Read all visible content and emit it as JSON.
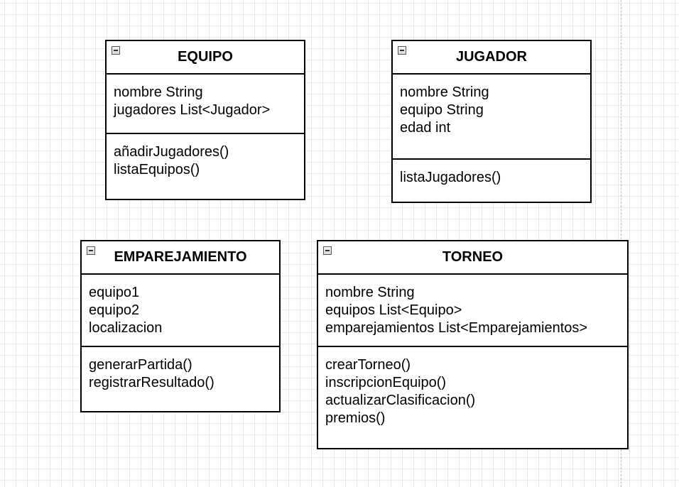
{
  "diagram": {
    "classes": [
      {
        "key": "equipo",
        "name": "EQUIPO",
        "attributes": [
          "nombre String",
          "jugadores List<Jugador>"
        ],
        "methods": [
          "añadirJugadores()",
          "listaEquipos()"
        ]
      },
      {
        "key": "jugador",
        "name": "JUGADOR",
        "attributes": [
          "nombre String",
          "equipo String",
          "edad int"
        ],
        "methods": [
          "listaJugadores()"
        ]
      },
      {
        "key": "emparejamiento",
        "name": "EMPAREJAMIENTO",
        "attributes": [
          "equipo1",
          "equipo2",
          "localizacion"
        ],
        "methods": [
          "generarPartida()",
          "registrarResultado()"
        ]
      },
      {
        "key": "torneo",
        "name": "TORNEO",
        "attributes": [
          "nombre String",
          "equipos List<Equipo>",
          "emparejamientos List<Emparejamientos>"
        ],
        "methods": [
          "crearTorneo()",
          "inscripcionEquipo()",
          "actualizarClasificacion()",
          "premios()"
        ]
      }
    ]
  }
}
